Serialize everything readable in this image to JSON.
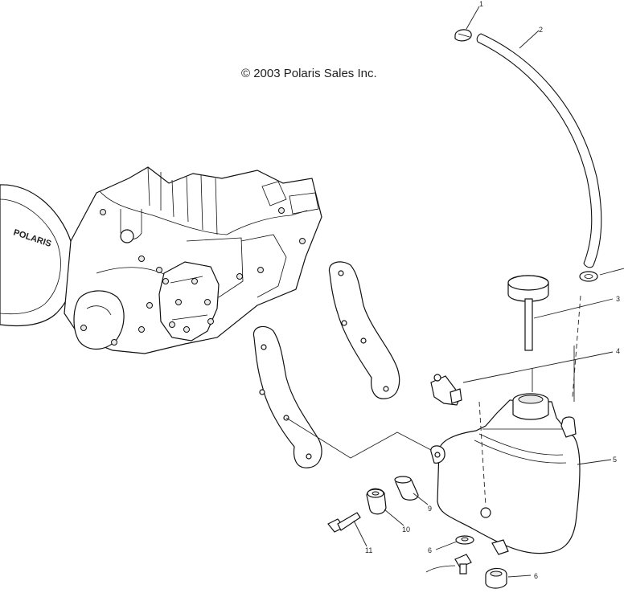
{
  "copyright": "© 2003 Polaris Sales Inc.",
  "engine_logo": "POLARIS",
  "callouts": {
    "c1": "1",
    "c2": "2",
    "c3": "3",
    "c4": "4",
    "c5": "5",
    "c6a": "6",
    "c6b": "6",
    "c9": "9",
    "c10": "10",
    "c11": "11"
  }
}
